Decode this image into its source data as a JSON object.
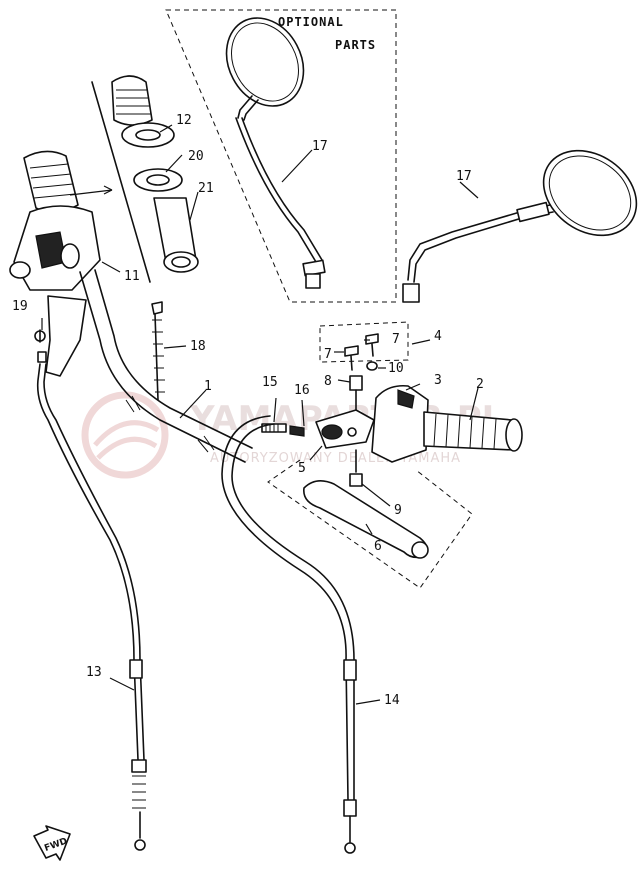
{
  "optional_box": {
    "line1": "OPTIONAL",
    "line2": "PARTS"
  },
  "watermark": {
    "brand": "YAMAPARTER.PL",
    "tagline": "AUTORYZOWANY DEALER YAMAHA"
  },
  "fwd_label": "FWD",
  "callouts": [
    {
      "id": "c1",
      "label": "1"
    },
    {
      "id": "c2",
      "label": "2"
    },
    {
      "id": "c3",
      "label": "3"
    },
    {
      "id": "c4",
      "label": "4"
    },
    {
      "id": "c5",
      "label": "5"
    },
    {
      "id": "c6",
      "label": "6"
    },
    {
      "id": "c7a",
      "label": "7"
    },
    {
      "id": "c7b",
      "label": "7"
    },
    {
      "id": "c8",
      "label": "8"
    },
    {
      "id": "c9",
      "label": "9"
    },
    {
      "id": "c10",
      "label": "10"
    },
    {
      "id": "c11",
      "label": "11"
    },
    {
      "id": "c12",
      "label": "12"
    },
    {
      "id": "c13",
      "label": "13"
    },
    {
      "id": "c14",
      "label": "14"
    },
    {
      "id": "c15",
      "label": "15"
    },
    {
      "id": "c16",
      "label": "16"
    },
    {
      "id": "c17a",
      "label": "17"
    },
    {
      "id": "c17b",
      "label": "17"
    },
    {
      "id": "c18",
      "label": "18"
    },
    {
      "id": "c19",
      "label": "19"
    },
    {
      "id": "c20",
      "label": "20"
    },
    {
      "id": "c21",
      "label": "21"
    }
  ]
}
